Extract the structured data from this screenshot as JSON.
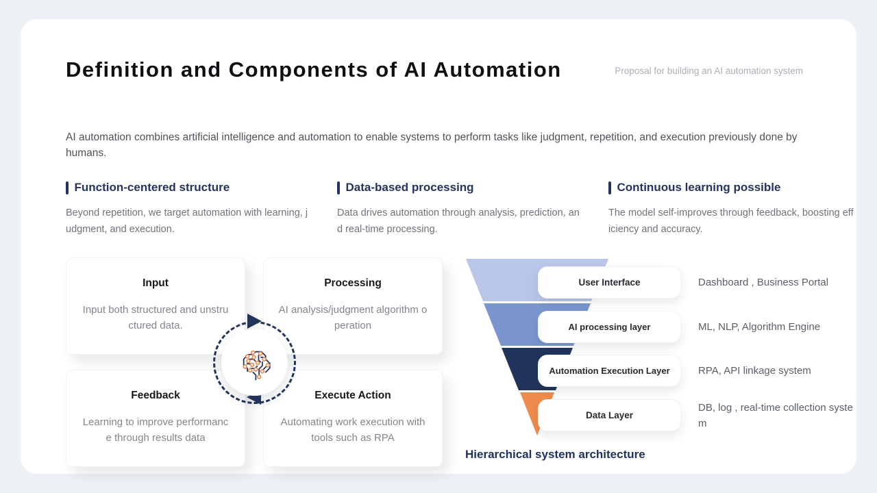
{
  "page": {
    "title": "Definition and Components of AI Automation",
    "subtitle": "Proposal for building an AI automation system",
    "intro": "AI automation combines artificial intelligence and automation to enable systems to perform tasks like judgment, repetition, and execution previously done by humans."
  },
  "features": [
    {
      "title": "Function-centered structure",
      "description": "Beyond repetition, we target automation with learning, judgment, and execution."
    },
    {
      "title": "Data-based processing",
      "description": "Data drives automation through analysis, prediction, and real-time processing."
    },
    {
      "title": "Continuous learning possible",
      "description": "The model self-improves through feedback, boosting efficiency and accuracy."
    }
  ],
  "cycle": {
    "cards": [
      {
        "title": "Input",
        "description": "Input both structured and unstructured data."
      },
      {
        "title": "Processing",
        "description": "AI analysis/judgment algorithm operation"
      },
      {
        "title": "Feedback",
        "description": "Learning to improve performance through results data"
      },
      {
        "title": "Execute Action",
        "description": "Automating work execution with tools such as RPA"
      }
    ],
    "center_icon": "brain-circuit-icon"
  },
  "architecture": {
    "caption": "Hierarchical system architecture",
    "layers": [
      {
        "label": "User Interface",
        "detail": "Dashboard , Business Portal",
        "color": "#b9c6e8"
      },
      {
        "label": "AI processing layer",
        "detail": "ML, NLP, Algorithm Engine",
        "color": "#7b95ce"
      },
      {
        "label": "Automation Execution Layer",
        "detail": "RPA, API linkage system",
        "color": "#20335a"
      },
      {
        "label": "Data Layer",
        "detail": "DB, log , real-time collection system",
        "color": "#ef8b4c"
      }
    ]
  },
  "colors": {
    "background": "#edf0f5",
    "card": "#ffffff",
    "heading_navy": "#24335f",
    "caption_navy": "#1e3261",
    "body_gray": "#6e737b",
    "accent_orange": "#ee8448"
  }
}
